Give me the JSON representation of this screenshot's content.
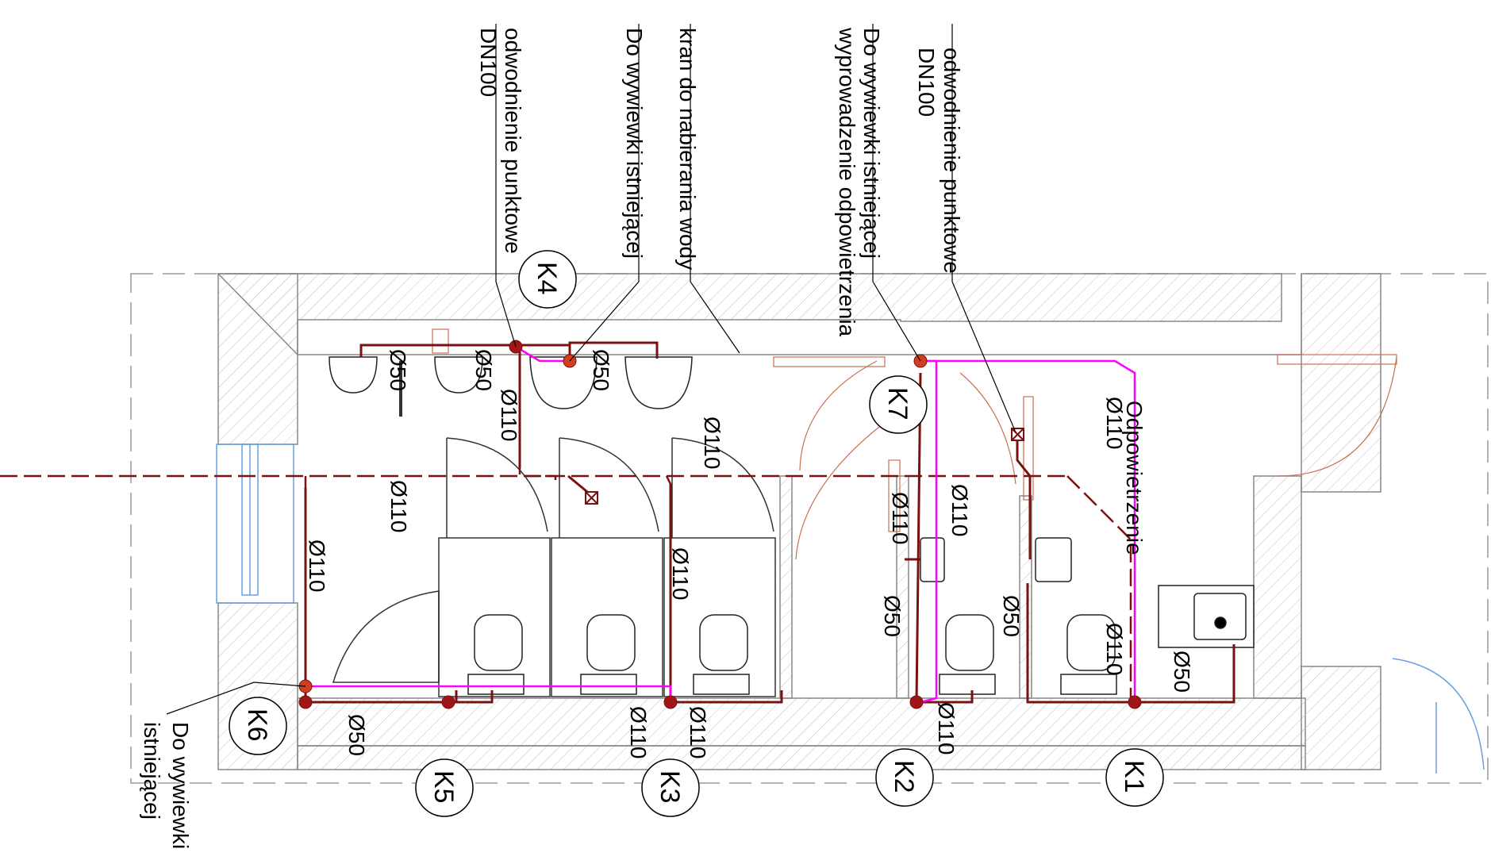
{
  "labels": {
    "odw_punkt_left": "odwodnienie punktowe",
    "dn100_left": "DN100",
    "do_wyw_left": "Do wywiewki istniejącej",
    "kran": "kran do nabierania wody",
    "do_wyw_right_1": "Do wywiewki istniejącej",
    "do_wyw_right_2": "wyprowadzenie odpowietrzenia",
    "odw_punkt_right": "odwodnienie punktowe",
    "dn100_right": "DN100",
    "odpowietrzenie": "Odpowietrzenie",
    "do_wyw_bottom_1": "Do wywiewki",
    "do_wyw_bottom_2": "istniejącej"
  },
  "pipes": {
    "d50": "Ø50",
    "d110": "Ø110"
  },
  "risers": [
    "K1",
    "K2",
    "K3",
    "K4",
    "K5",
    "K6",
    "K7"
  ],
  "colors": {
    "sewer": "#7a1010",
    "vent": "#ff00ff",
    "door": "#c87050",
    "window": "#6aa0dd",
    "wall_hatch": "#b0b0b0"
  }
}
